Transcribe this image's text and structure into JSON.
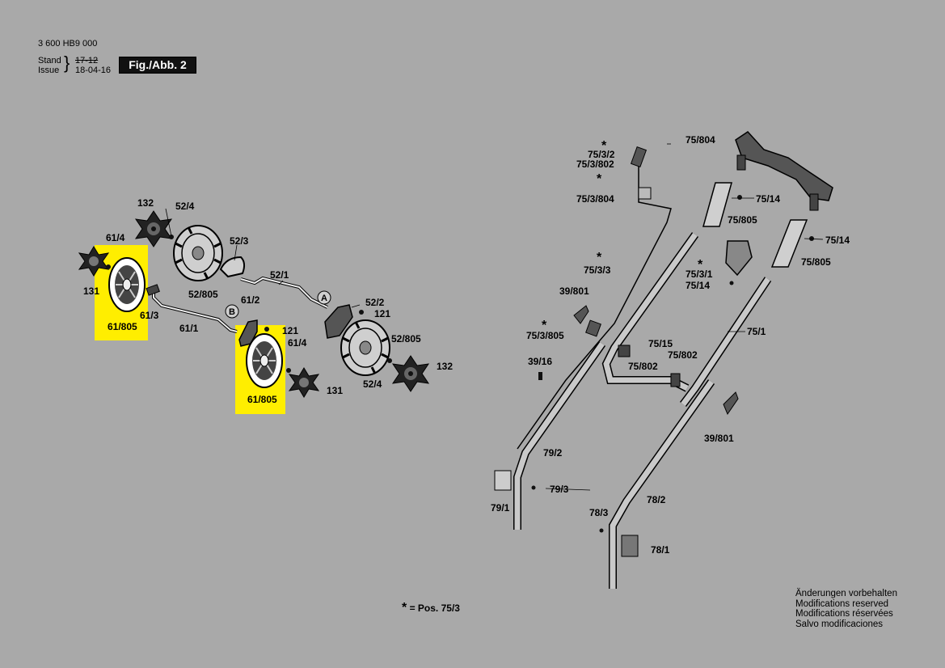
{
  "header": {
    "doc_number": "3 600 HB9 000",
    "stand_label": "Stand",
    "issue_label": "Issue",
    "stand_date_struck": "17-12",
    "issue_date": "18-04-16",
    "figure_tag": "Fig./Abb. 2"
  },
  "footnote": {
    "star": "*",
    "text": "= Pos. 75/3"
  },
  "disclaimer": [
    "Änderungen vorbehalten",
    "Modifications reserved",
    "Modifications réservées",
    "Salvo modificaciones"
  ],
  "highlight_color": "#ffee00",
  "callouts": {
    "A": "A",
    "B": "B"
  },
  "stars": {
    "symbol": "*"
  },
  "parts": {
    "p132_top": "132",
    "p52_4_top": "52/4",
    "p61_4_left": "61/4",
    "p131_left": "131",
    "p61_805_left": "61/805",
    "p52_805_top": "52/805",
    "p52_3": "52/3",
    "p61_3": "61/3",
    "p61_1": "61/1",
    "p52_1": "52/1",
    "p61_2": "61/2",
    "p121_mid": "121",
    "p61_4_right": "61/4",
    "p61_805_right": "61/805",
    "p131_right": "131",
    "p52_2": "52/2",
    "p121_right": "121",
    "p52_805_right": "52/805",
    "p132_right": "132",
    "p52_4_right": "52/4",
    "p75_3_2": "75/3/2",
    "p75_3_802": "75/3/802",
    "p75_3_804": "75/3/804",
    "p75_804": "75/804",
    "p75_14_a": "75/14",
    "p75_805_a": "75/805",
    "p75_14_b": "75/14",
    "p75_805_b": "75/805",
    "p75_3_1": "75/3/1",
    "p75_14_c": "75/14",
    "p75_3_3": "75/3/3",
    "p39_801_a": "39/801",
    "p75_3_805": "75/3/805",
    "p75_1": "75/1",
    "p75_15": "75/15",
    "p75_802_a": "75/802",
    "p75_802_b": "75/802",
    "p39_16": "39/16",
    "p39_801_b": "39/801",
    "p79_2": "79/2",
    "p79_3": "79/3",
    "p79_1": "79/1",
    "p78_2": "78/2",
    "p78_3": "78/3",
    "p78_1": "78/1"
  }
}
